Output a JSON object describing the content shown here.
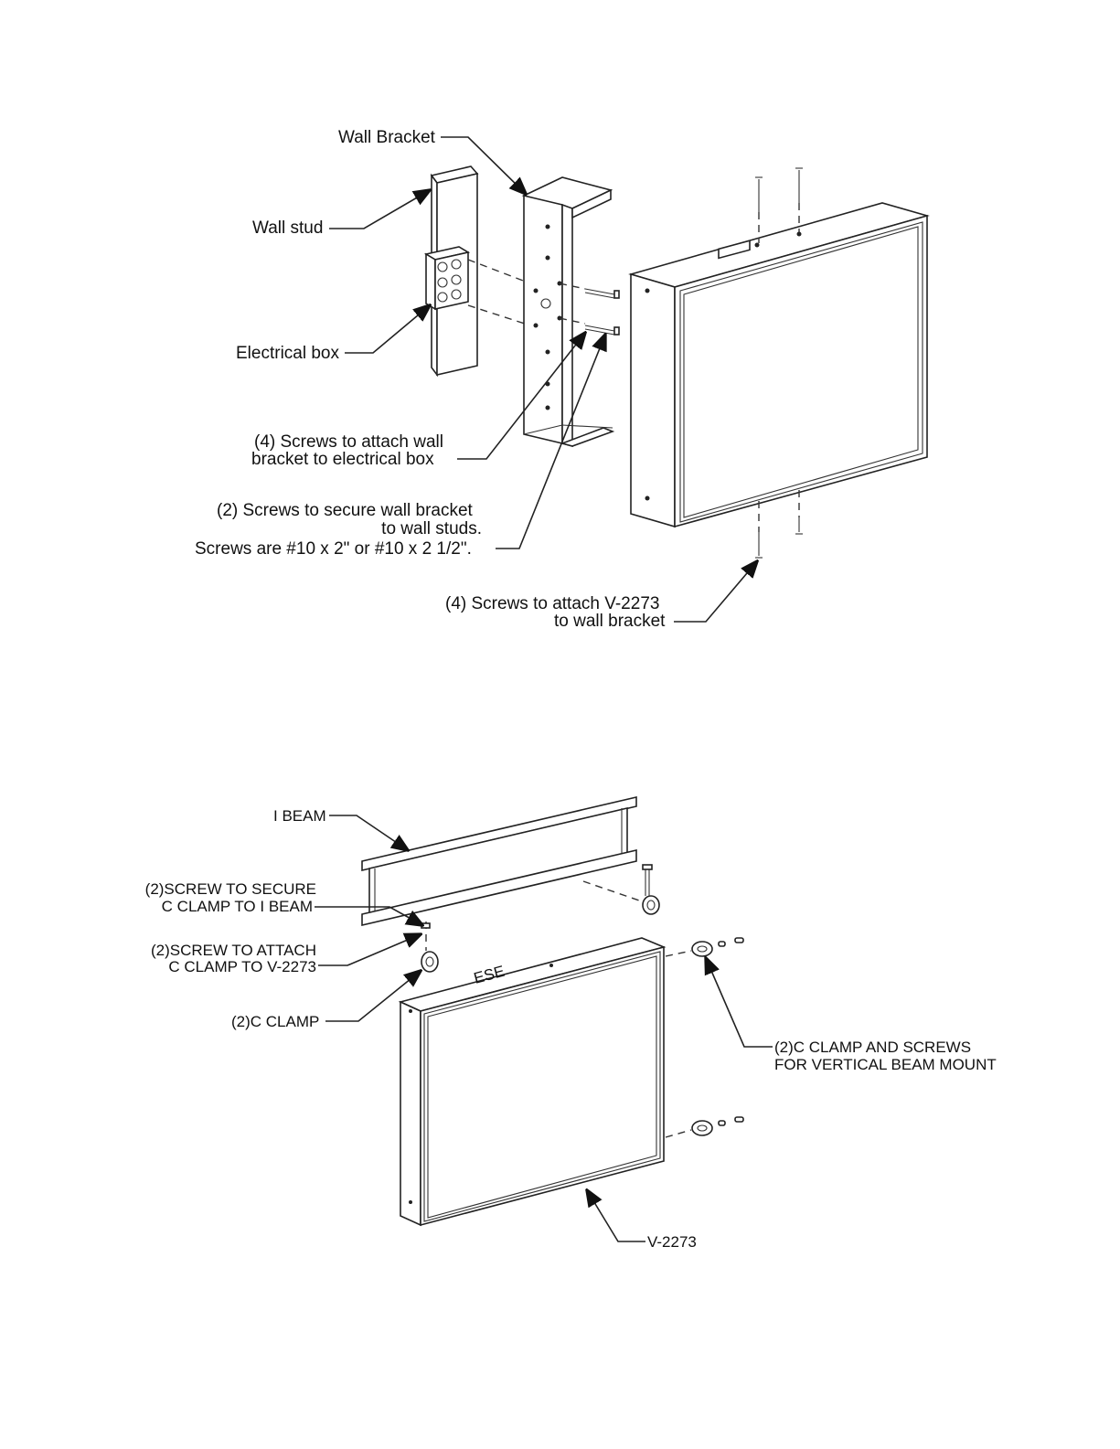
{
  "top_figure": {
    "labels": {
      "wall_bracket": "Wall Bracket",
      "wall_stud": "Wall stud",
      "electrical_box": "Electrical box",
      "screws_box_1": "(4) Screws to attach wall",
      "screws_box_2": "bracket to electrical box",
      "screws_studs_1": "(2) Screws to secure wall bracket",
      "screws_studs_2": "to wall studs.",
      "screws_studs_3": "Screws are #10 x 2\" or #10 x 2 1/2\".",
      "screws_v2273_1": "(4) Screws to attach V-2273",
      "screws_v2273_2": "to wall bracket"
    }
  },
  "bottom_figure": {
    "labels": {
      "i_beam": "I BEAM",
      "screw_secure_1": "(2)SCREW TO SECURE",
      "screw_secure_2": "C CLAMP TO I BEAM",
      "screw_attach_1": "(2)SCREW TO ATTACH",
      "screw_attach_2": "C CLAMP TO V-2273",
      "c_clamp": "(2)C CLAMP",
      "vertical_mount_1": "(2)C CLAMP AND SCREWS",
      "vertical_mount_2": "FOR VERTICAL BEAM MOUNT",
      "v2273": "V-2273",
      "logo_text": "ESE"
    }
  }
}
